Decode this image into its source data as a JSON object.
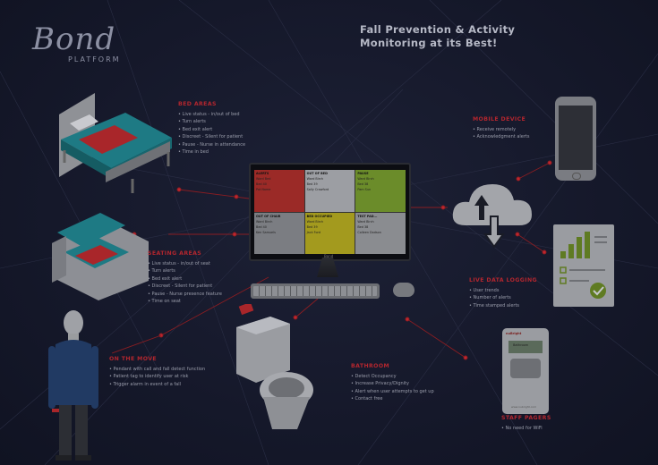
{
  "logo": {
    "script": "Bond",
    "platform": "PLATFORM"
  },
  "headline": {
    "line1": "Fall Prevention & Activity",
    "line2": "Monitoring at its Best!"
  },
  "sections": {
    "bed": {
      "title": "BED AREAS",
      "items": [
        "Live status - in/out of bed",
        "Turn alerts",
        "Bed exit alert",
        "Discreet - Silent for patient",
        "Pause - Nurse in attendance",
        "Time in bed"
      ]
    },
    "seating": {
      "title": "SEATING AREAS",
      "items": [
        "Live status - in/out of seat",
        "Turn alerts",
        "Bed exit alert",
        "Discreet - Silent for patient",
        "Pause - Nurse presence feature",
        "Time on seat"
      ]
    },
    "move": {
      "title": "ON THE MOVE",
      "items": [
        "Pendant with call and fall detect function",
        "Patient tag to identify user at risk",
        "Trigger alarm in event of a fall"
      ]
    },
    "bathroom": {
      "title": "BATHROOM",
      "items": [
        "Detect Occupancy",
        "Increase Privacy/Dignity",
        "Alert when user attempts to get up",
        "Contact free"
      ]
    },
    "mobile": {
      "title": "MOBILE DEVICE",
      "items": [
        "Receive remotely",
        "Acknowledgment alerts"
      ]
    },
    "logging": {
      "title": "LIVE DATA LOGGING",
      "items": [
        "User trends",
        "Number of alerts",
        "Time stamped alerts"
      ]
    },
    "pagers": {
      "title": "STAFF PAGERS",
      "items": [
        "No need for WiFi"
      ]
    }
  },
  "monitor": {
    "brand": "Bond",
    "cells": [
      {
        "header": "ALERTS",
        "rows": [
          "Ward Bed",
          "Bed 40",
          "Pat Name"
        ]
      },
      {
        "header": "OUT OF BED",
        "rows": [
          "Ward Birch",
          "Bed 39",
          "Sally Crawford"
        ]
      },
      {
        "header": "PAUSE",
        "rows": [
          "Ward Birch",
          "Bed 38",
          "Pam Sun"
        ]
      },
      {
        "header": "OUT OF CHAIR",
        "rows": [
          "Ward Birch",
          "Bed 40",
          "Ken Samuels"
        ]
      },
      {
        "header": "BED OCCUPIED",
        "rows": [
          "Ward Birch",
          "Bed 39",
          "Jack Ford"
        ]
      },
      {
        "header": "TEST PAD...",
        "rows": [
          "Ward Birch",
          "Bed 38",
          "Colleen Dodson"
        ]
      }
    ]
  },
  "pager": {
    "brand": "nuBright",
    "screen": "Bathroom",
    "site": "www.nubright.com"
  },
  "colors": {
    "accent": "#b3262e",
    "background": "#14172a",
    "text": "#9a9dab"
  }
}
